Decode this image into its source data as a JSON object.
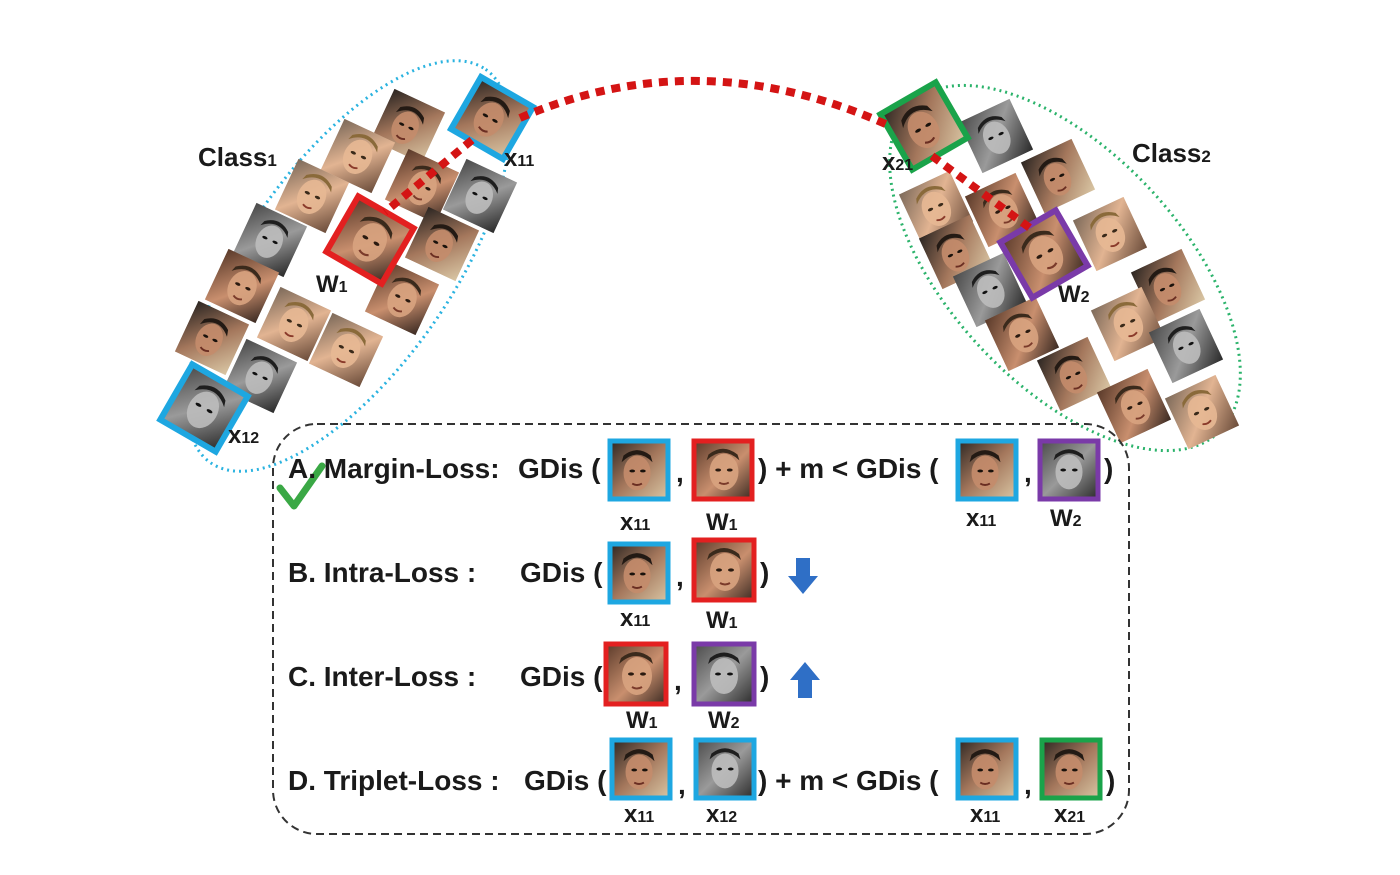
{
  "class1": {
    "title_main": "Class",
    "title_sub": "1",
    "labels": {
      "x11": {
        "main": "x",
        "sub": "11"
      },
      "x12": {
        "main": "x",
        "sub": "12"
      },
      "w1": {
        "main": "W",
        "sub": "1"
      }
    }
  },
  "class2": {
    "title_main": "Class",
    "title_sub": "2",
    "labels": {
      "x21": {
        "main": "x",
        "sub": "21"
      },
      "w2": {
        "main": "W",
        "sub": "2"
      }
    }
  },
  "losses": {
    "a": {
      "label": "A. Margin-Loss:",
      "gdis": "GDis (",
      "comma": ",",
      "close_mid": ") + m < GDis (",
      "close": ")",
      "items": [
        {
          "main": "x",
          "sub": "11"
        },
        {
          "main": "W",
          "sub": "1"
        },
        {
          "main": "x",
          "sub": "11"
        },
        {
          "main": "W",
          "sub": "2"
        }
      ]
    },
    "b": {
      "label": "B. Intra-Loss :",
      "gdis": "GDis (",
      "comma": ",",
      "close": ")",
      "items": [
        {
          "main": "x",
          "sub": "11"
        },
        {
          "main": "W",
          "sub": "1"
        }
      ]
    },
    "c": {
      "label": "C. Inter-Loss :",
      "gdis": "GDis (",
      "comma": ",",
      "close": ")",
      "items": [
        {
          "main": "W",
          "sub": "1"
        },
        {
          "main": "W",
          "sub": "2"
        }
      ]
    },
    "d": {
      "label": "D. Triplet-Loss :",
      "gdis": "GDis (",
      "comma": ",",
      "close_mid": ") + m < GDis (",
      "close": ")",
      "items": [
        {
          "main": "x",
          "sub": "11"
        },
        {
          "main": "x",
          "sub": "12"
        },
        {
          "main": "x",
          "sub": "11"
        },
        {
          "main": "x",
          "sub": "21"
        }
      ]
    }
  },
  "colors": {
    "sample_blue": "#1ea7e1",
    "center_red": "#e32020",
    "center_purple": "#7a3aa8",
    "sample_green": "#1aa34a",
    "link_red": "#d41414",
    "ellipse_cyan": "#2bb3e0",
    "ellipse_green": "#2bb36b",
    "arrow_blue": "#2f6fc6",
    "check_green": "#3aa845"
  }
}
